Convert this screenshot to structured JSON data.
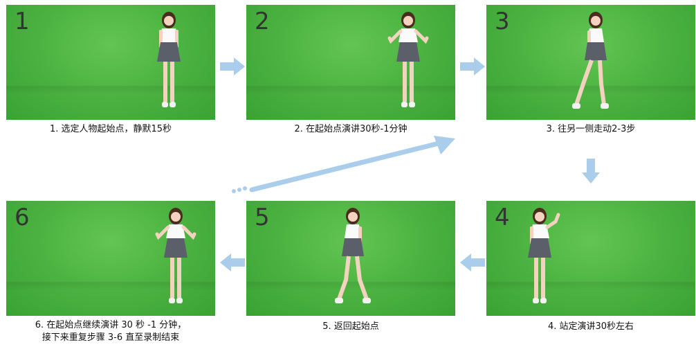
{
  "steps": [
    {
      "num": "1",
      "caption": "1. 选定人物起始点，静默15秒",
      "pose": "stand-front"
    },
    {
      "num": "2",
      "caption": "2. 在起始点演讲30秒-1分钟",
      "pose": "gesture-both"
    },
    {
      "num": "3",
      "caption": "3. 往另一侧走动2-3步",
      "pose": "walk"
    },
    {
      "num": "4",
      "caption": "4. 站定演讲30秒左右",
      "pose": "gesture-one"
    },
    {
      "num": "5",
      "caption": "5. 返回起始点",
      "pose": "walk"
    },
    {
      "num": "6",
      "caption_line1": "6. 在起始点继续演讲 30 秒 -1 分钟，",
      "caption_line2": "接下来重复步骤 3-6 直至录制结束",
      "pose": "gesture-both"
    }
  ],
  "colors": {
    "green": "#4db442",
    "arrow": "#a9cdeb"
  }
}
